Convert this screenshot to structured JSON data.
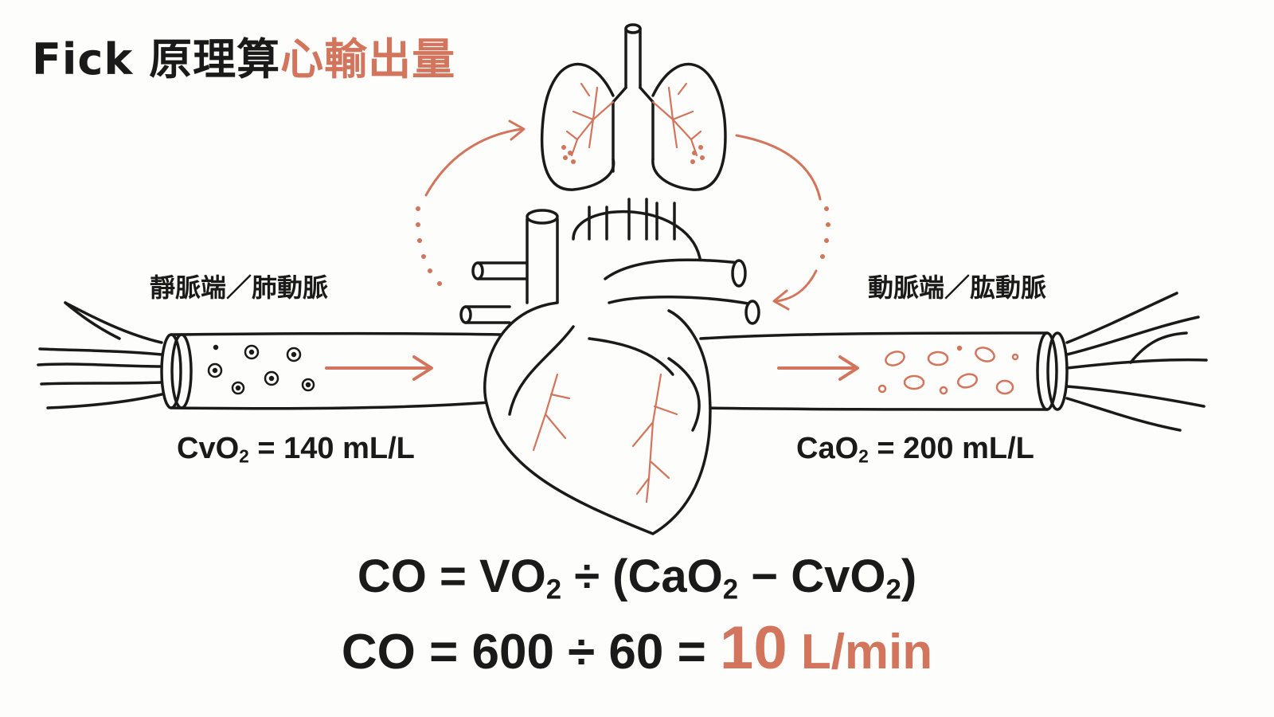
{
  "title": {
    "prefix": "Fick 原理算",
    "highlight": "心輸出量"
  },
  "left": {
    "label": "靜脈端／肺動脈",
    "conc_symbol": "CvO",
    "conc_sub": "2",
    "conc_value": " = 140 mL/L"
  },
  "right": {
    "label": "動脈端／肱動脈",
    "conc_symbol": "CaO",
    "conc_sub": "2",
    "conc_value": " = 200 mL/L"
  },
  "formula": {
    "line1_a": "CO = VO",
    "line1_sub1": "2",
    "line1_b": " ÷ (CaO",
    "line1_sub2": "2",
    "line1_c": " − CvO",
    "line1_sub3": "2",
    "line1_d": ")",
    "line2_a": "CO = 600 ÷ 60 = ",
    "line2_result_num": "10",
    "line2_result_unit": " L/min"
  },
  "colors": {
    "accent": "#d2755c",
    "ink": "#1a1a1a"
  }
}
